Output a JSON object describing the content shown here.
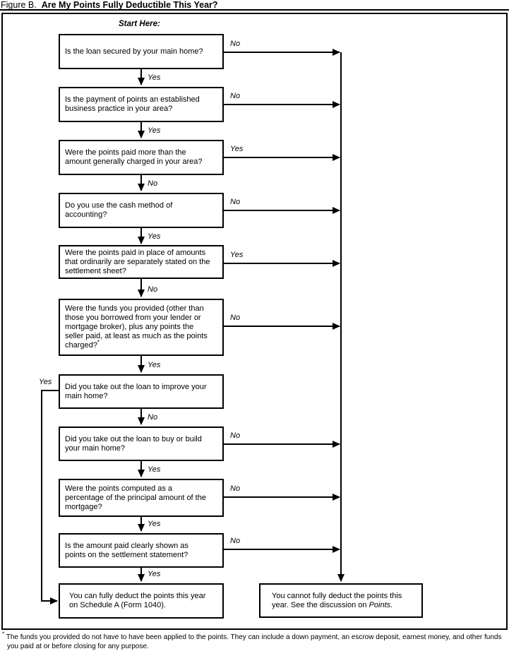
{
  "page": {
    "figure_label": "Figure B.",
    "title": "Are My Points Fully Deductible This Year?",
    "start_label": "Start Here:",
    "footnote_marker": "*",
    "footnote_text": "The funds you provided do not have to have been applied to the points. They can include a down payment, an escrow deposit, earnest money, and other funds\nyou paid at or before closing for any purpose."
  },
  "colors": {
    "line": "#000000",
    "background": "#ffffff",
    "text": "#000000"
  },
  "nodes": {
    "q1": {
      "text": "Is the loan secured by your main home?",
      "right_label": "No",
      "down_label": "Yes"
    },
    "q2": {
      "text": "Is the payment of points an established\nbusiness practice in your area?",
      "right_label": "No",
      "down_label": "Yes"
    },
    "q3": {
      "text": "Were the points paid more than the\namount generally charged in your area?",
      "right_label": "Yes",
      "down_label": "No"
    },
    "q4": {
      "text": "Do you use the cash method of\naccounting?",
      "right_label": "No",
      "down_label": "Yes"
    },
    "q5": {
      "text": "Were the points paid in place of amounts\nthat ordinarily are separately stated on the\nsettlement sheet?",
      "right_label": "Yes",
      "down_label": "No"
    },
    "q6": {
      "text": "Were the funds you provided (other than\nthose you borrowed from your lender or\nmortgage broker), plus any points the\nseller paid, at least as much as the points\ncharged?",
      "footnote_ref": "*",
      "right_label": "No",
      "down_label": "Yes"
    },
    "q7": {
      "text": "Did you take out the loan to improve your\nmain home?",
      "left_label": "Yes",
      "down_label": "No"
    },
    "q8": {
      "text": "Did you take out the loan to buy or build\nyour main home?",
      "right_label": "No",
      "down_label": "Yes"
    },
    "q9": {
      "text": "Were the points computed as a\npercentage of the principal amount of the\nmortgage?",
      "right_label": "No",
      "down_label": "Yes"
    },
    "q10": {
      "text": "Is the amount paid clearly shown as\npoints on the settlement statement?",
      "right_label": "No",
      "down_label": "Yes"
    },
    "result_yes": {
      "text": "You can fully deduct the points this year\non Schedule A (Form 1040)."
    },
    "result_no": {
      "prefix": "You cannot fully deduct the points this\nyear. See the discussion on ",
      "italic_term": "Points",
      "suffix": "."
    }
  }
}
